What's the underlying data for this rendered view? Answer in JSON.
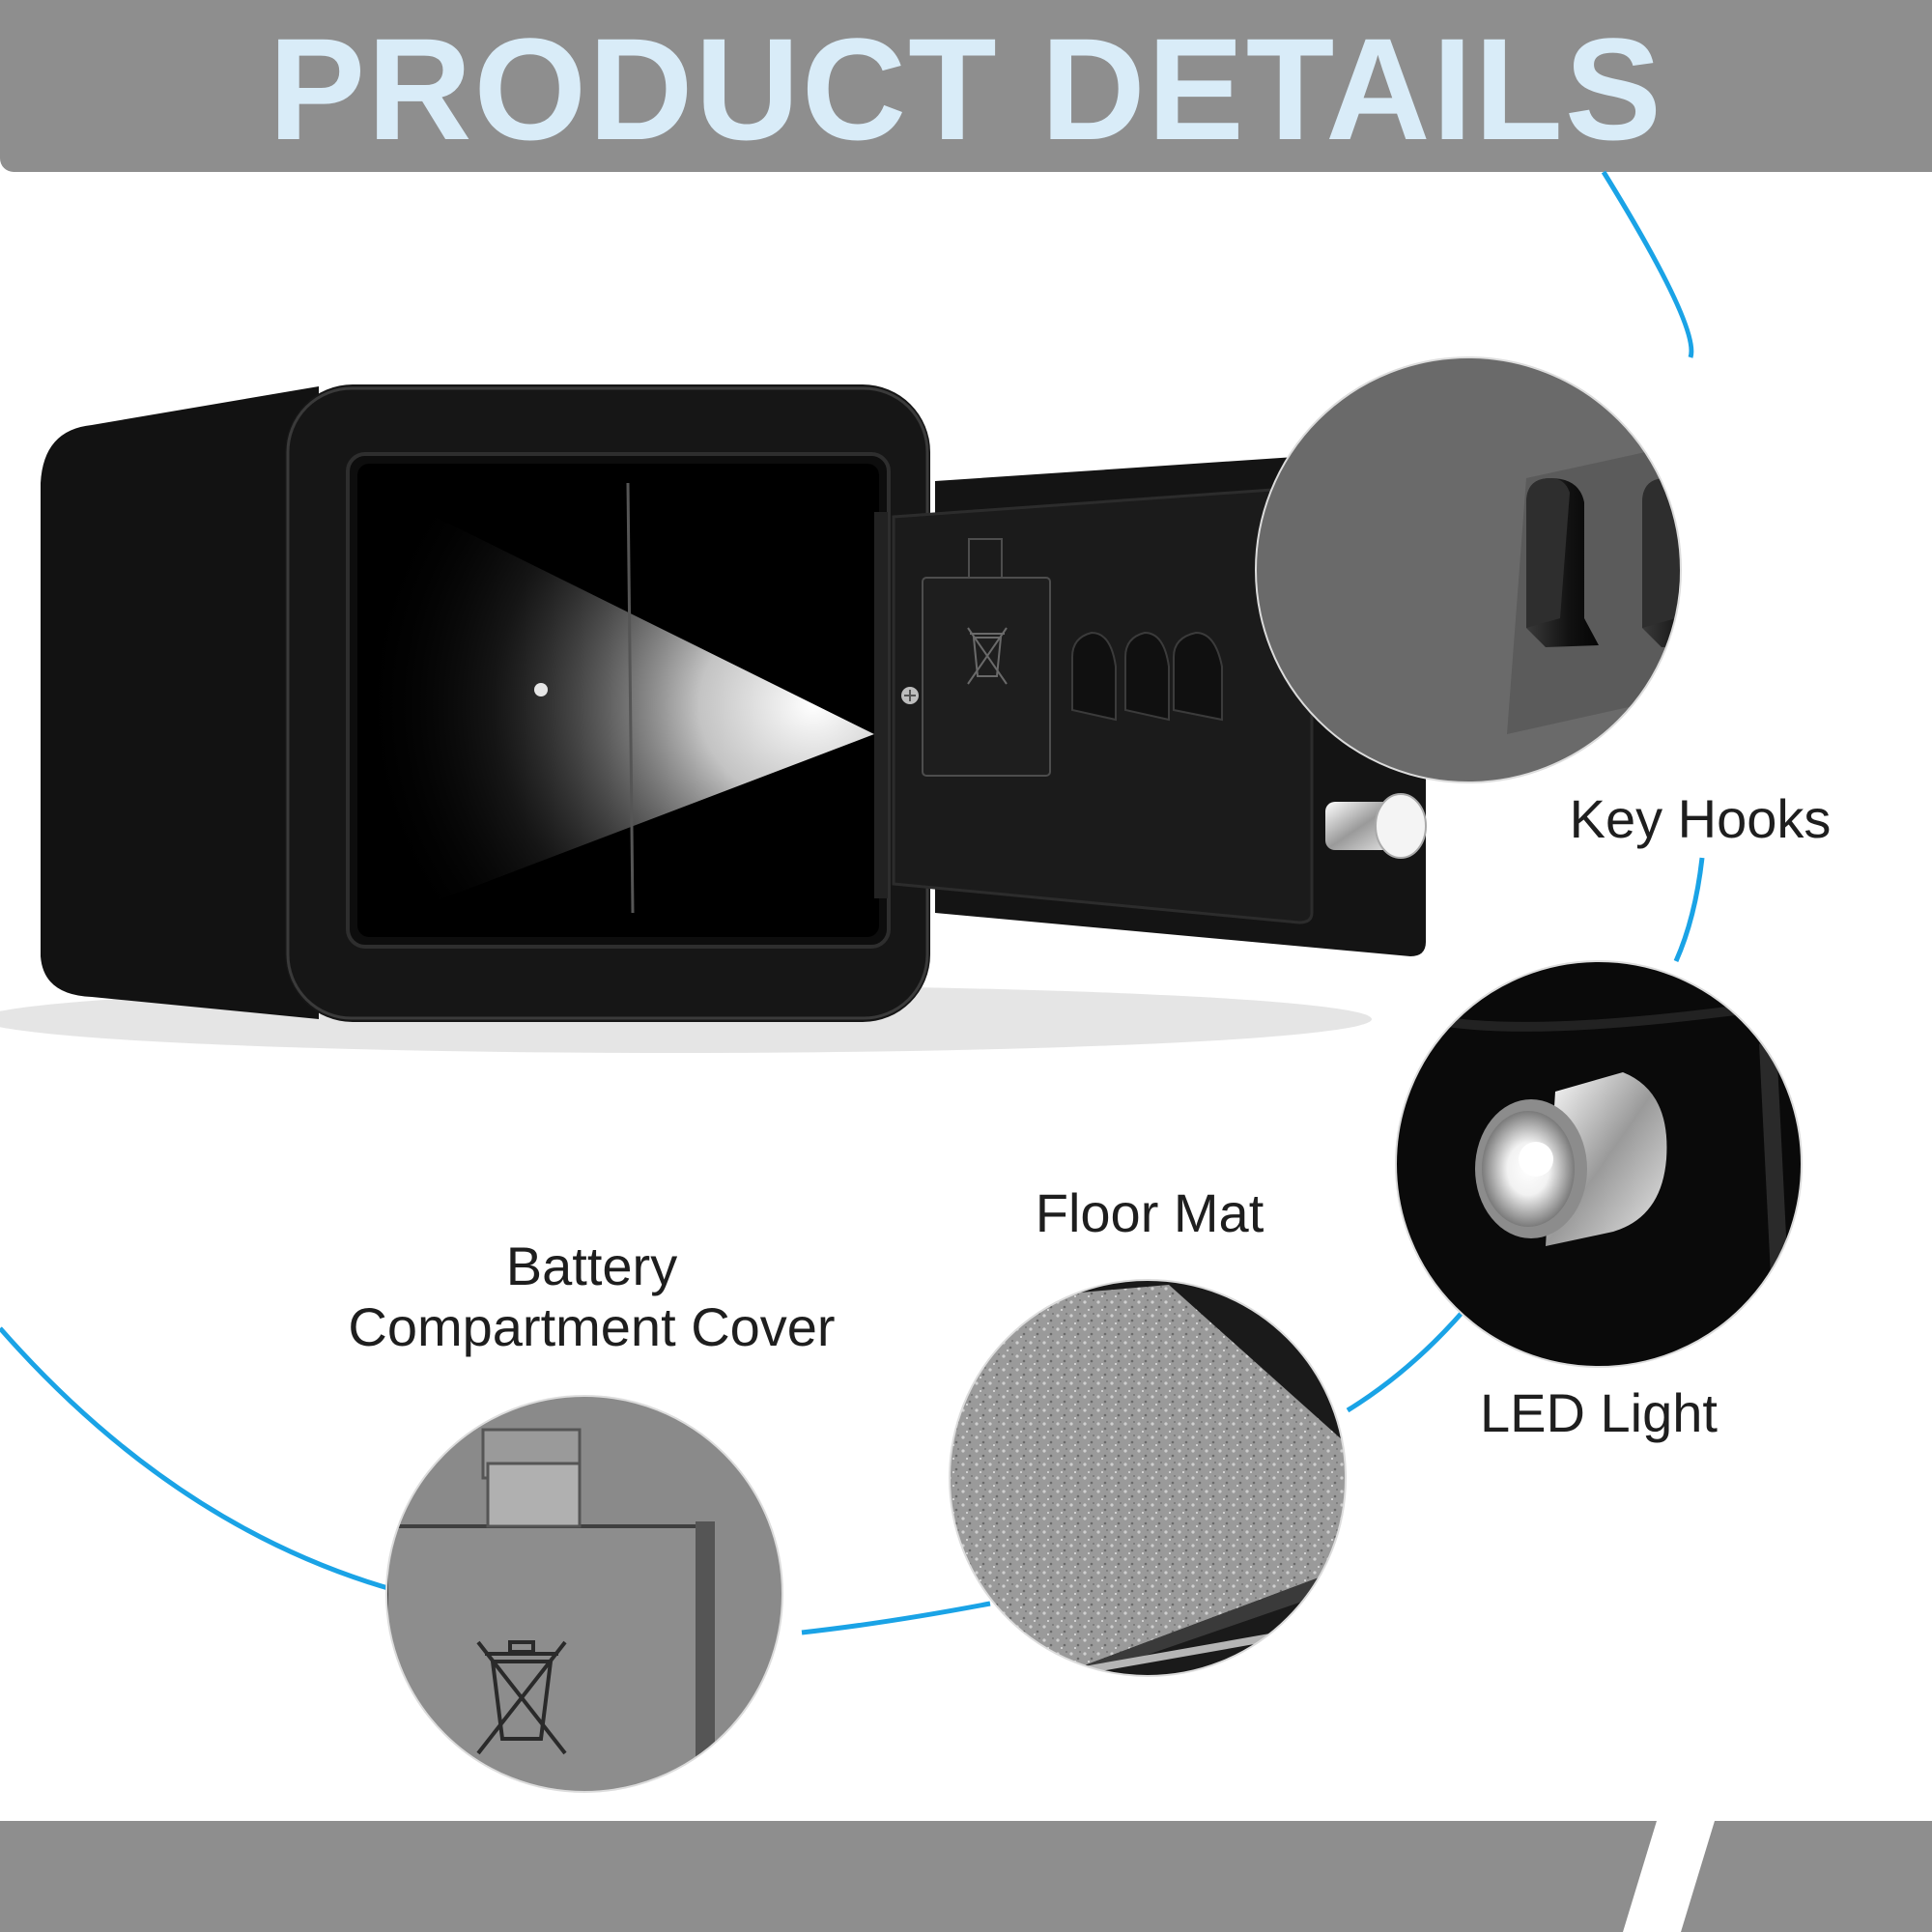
{
  "header": {
    "title": "PRODUCT DETAILS"
  },
  "callouts": {
    "key_hooks": "Key Hooks",
    "led_light": "LED Light",
    "floor_mat": "Floor Mat",
    "battery_line1": "Battery",
    "battery_line2": "Compartment Cover"
  },
  "colors": {
    "banner": "#8e8e8e",
    "title": "#d9ecf8",
    "accent_line": "#1aa3e6",
    "safe_body": "#111111"
  },
  "icons": [
    "recycle-bin-crossed-icon",
    "screw-icon"
  ]
}
